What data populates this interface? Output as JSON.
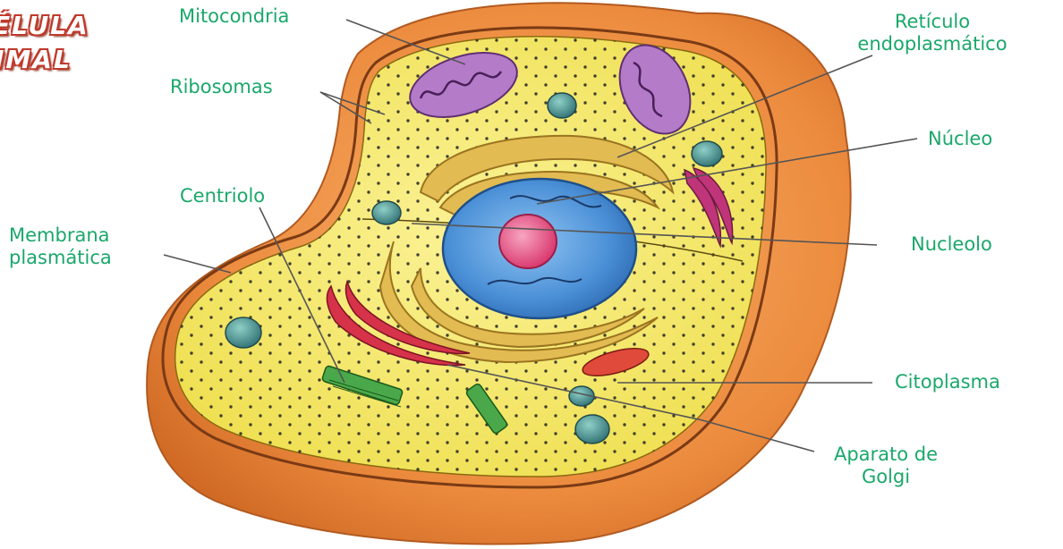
{
  "title": {
    "line1": "ÉLULA",
    "line2": "IMAL"
  },
  "labels": {
    "mitocondria": "Mitocondria",
    "reticulo_line1": "Retículo",
    "reticulo_line2": "endoplasmático",
    "ribosomas": "Ribosomas",
    "nucleo": "Núcleo",
    "centriolo": "Centriolo",
    "membrana_line1": "Membrana",
    "membrana_line2": "plasmática",
    "nucleolo": "Nucleolo",
    "citoplasma": "Citoplasma",
    "golgi_line1": "Aparato de",
    "golgi_line2": "Golgi"
  },
  "colors": {
    "label_text": "#1aa86a",
    "title_fill": "#ffffff",
    "title_outline": "#c0392b",
    "membrane": "#e8843a",
    "cytoplasm": "#f6ea6a",
    "nucleus": "#4a8fd6",
    "nucleolus": "#e8477a",
    "mitochondria": "#a86fc0",
    "er_golgi": "#e0b84a",
    "vesicle": "#3f8a8a",
    "centriole": "#3a9a3a",
    "leader_line": "#555555"
  }
}
